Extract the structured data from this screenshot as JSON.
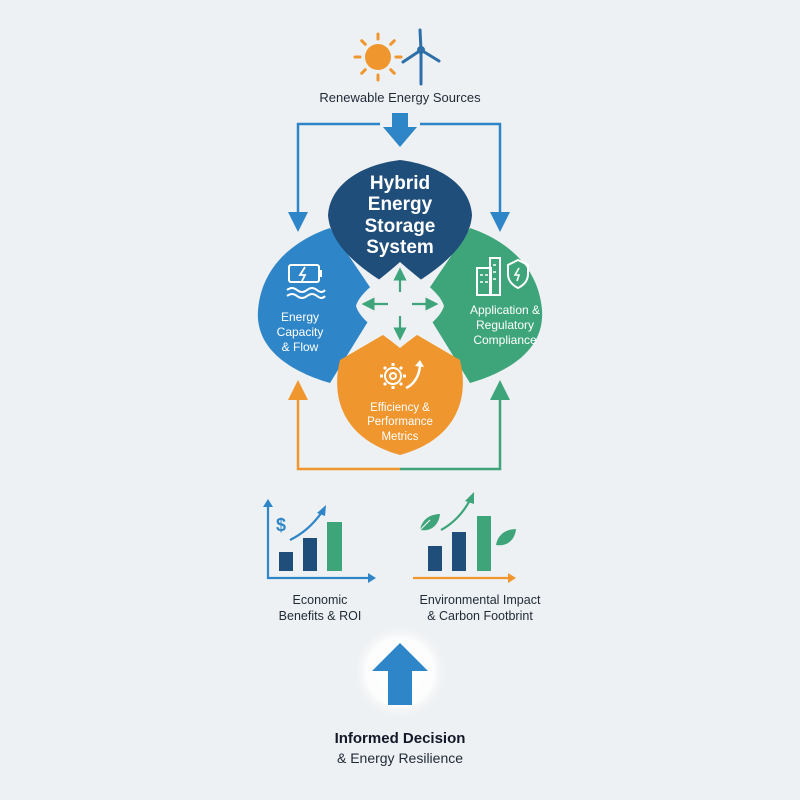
{
  "colors": {
    "background": "#eef1f3",
    "navy": "#1f4e7a",
    "blue": "#2e86c8",
    "green": "#3ea57a",
    "orange": "#f0962e",
    "dark_text": "#1f2a37"
  },
  "icons": {
    "source": [
      "sun-icon",
      "wind-turbine-icon"
    ],
    "center": "four-way-arrows-icon",
    "capacity": "battery-waves-icon",
    "compliance": "buildings-shield-icon",
    "efficiency": "gear-arrow-icon",
    "economic": "dollar-bar-chart-icon",
    "environmental": "leaf-bar-chart-icon",
    "decision": "up-arrow-icon"
  },
  "source": {
    "title": "Renewable Energy Sources"
  },
  "core": {
    "title_lines": [
      "Hybrid",
      "Energy",
      "Storage",
      "System"
    ]
  },
  "petals": {
    "capacity_lines": [
      "Energy",
      "Capacity",
      "& Flow"
    ],
    "compliance_lines": [
      "Application &",
      "Regulatory",
      "Compliance"
    ],
    "efficiency_lines": [
      "Efficiency &",
      "Performance",
      "Metrics"
    ]
  },
  "outcomes": {
    "economic_lines": [
      "Economic",
      "Benefits & ROI"
    ],
    "environmental_lines": [
      "Environmental Impact",
      "& Carbon Footbrint"
    ]
  },
  "decision": {
    "title": "Informed Decision",
    "subtitle": "& Energy Resilience"
  }
}
